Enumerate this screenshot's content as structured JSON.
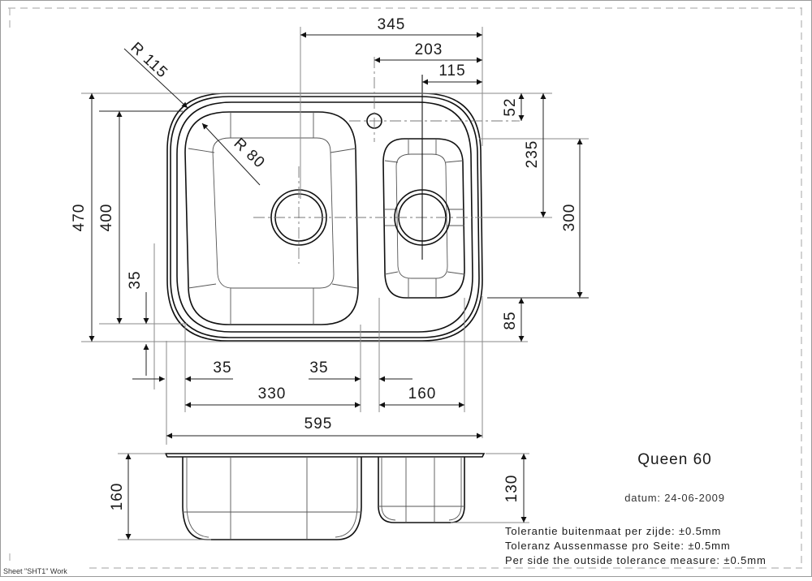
{
  "drawing": {
    "model_name": "Queen 60",
    "date_label": "datum: 24-06-2009",
    "sheet_label": "Sheet \"SHT1\" Work",
    "tolerances": [
      "Tolerantie buitenmaat per zijde:  ±0.5mm",
      "Toleranz Aussenmasse pro Seite:  ±0.5mm",
      "Per side the outside tolerance measure:  ±0.5mm"
    ]
  },
  "dimensions": {
    "top": {
      "d345": "345",
      "d203": "203",
      "d115": "115"
    },
    "radii": {
      "outer": "R 115",
      "inner": "R 80"
    },
    "left": {
      "d470": "470",
      "d400": "400",
      "d35": "35"
    },
    "right": {
      "d52": "52",
      "d235": "235",
      "d300": "300",
      "d85": "85"
    },
    "bottom": {
      "d35_left": "35",
      "d35_right": "35",
      "d330": "330",
      "d160": "160",
      "d595": "595"
    },
    "section": {
      "d160": "160",
      "d130": "130"
    }
  },
  "colors": {
    "line": "#111111",
    "extension": "#8a8a8a",
    "frame": "#b5b5b5",
    "background": "#ffffff"
  }
}
